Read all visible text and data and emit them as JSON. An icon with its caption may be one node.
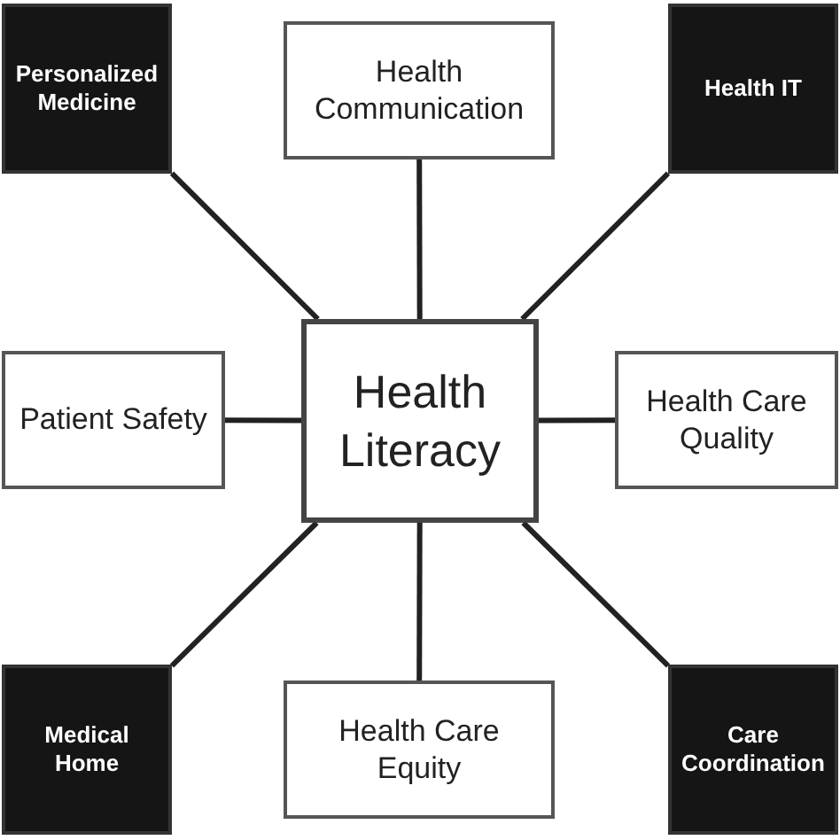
{
  "diagram": {
    "nodes": [
      {
        "text": [
          "Personalized Medicine"
        ]
      },
      {
        "text": [
          "Health Communication"
        ]
      },
      {
        "text": [
          "Health IT"
        ]
      },
      {
        "text": [
          "Patient Safety"
        ]
      },
      {
        "text": [
          "Health Literacy"
        ]
      },
      {
        "text": [
          "Health Care Quality"
        ]
      },
      {
        "text": [
          "Medical Home"
        ]
      },
      {
        "text": [
          "Health Care Equity"
        ]
      },
      {
        "text": [
          "Care Coordination"
        ]
      }
    ],
    "edges": [
      {
        "from": 4,
        "to": 0,
        "arrow": "none"
      },
      {
        "from": 4,
        "to": 1,
        "arrow": "none"
      },
      {
        "from": 4,
        "to": 2,
        "arrow": "none"
      },
      {
        "from": 4,
        "to": 3,
        "arrow": "none"
      },
      {
        "from": 4,
        "to": 5,
        "arrow": "none"
      },
      {
        "from": 4,
        "to": 6,
        "arrow": "none"
      },
      {
        "from": 4,
        "to": 7,
        "arrow": "none"
      },
      {
        "from": 4,
        "to": 8,
        "arrow": "none"
      }
    ]
  }
}
